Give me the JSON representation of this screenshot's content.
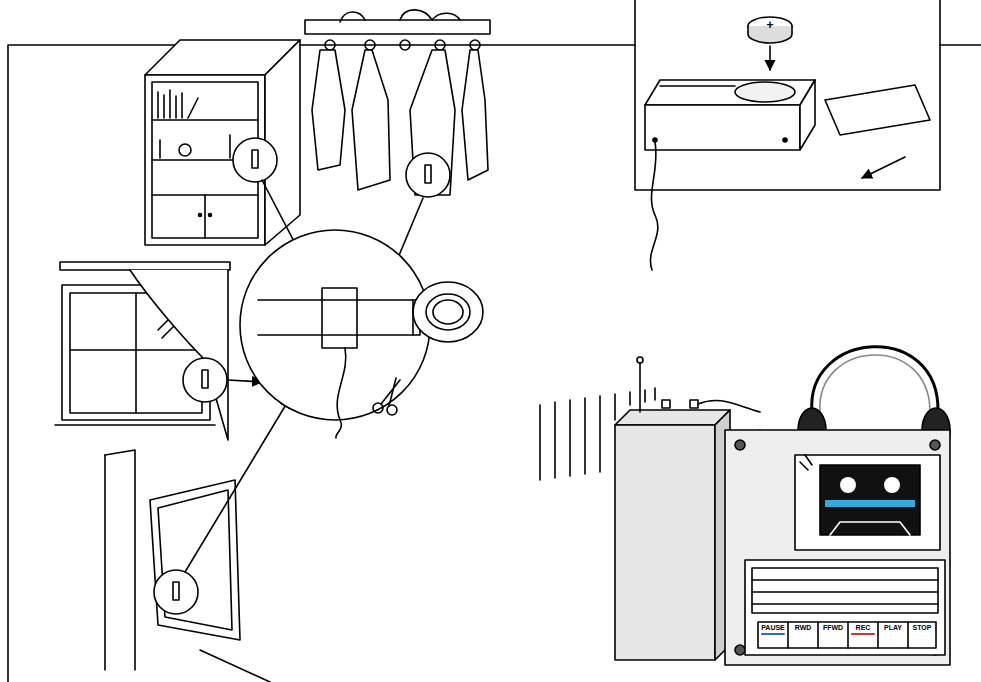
{
  "diagram": {
    "labels": [
      "+",
      "PAUSE",
      "RWD",
      "FFWD",
      "REC",
      "PLAY",
      "STOP"
    ]
  }
}
